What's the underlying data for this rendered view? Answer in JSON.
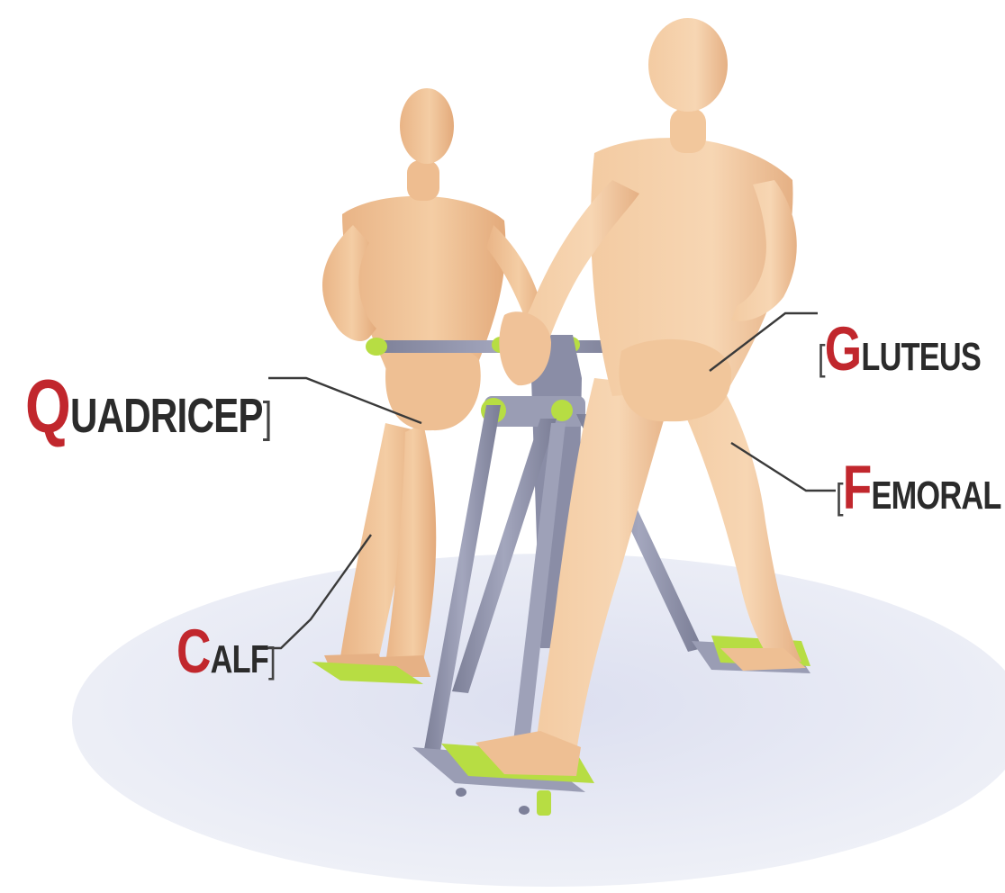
{
  "accent_color": "#c1272d",
  "text_color": "#2b2b2b",
  "equipment_color": "#8d90a8",
  "pad_color": "#b7dd43",
  "skin_color": "#efc195",
  "labels": {
    "quadricep": {
      "initial": "Q",
      "rest": "UADRICEP",
      "bracket": "]"
    },
    "gluteus": {
      "bracket": "[",
      "initial": "G",
      "rest": "LUTEUS"
    },
    "femoral": {
      "bracket": "[",
      "initial": "F",
      "rest": "EMORAL"
    },
    "calf": {
      "initial": "C",
      "rest": "ALF",
      "bracket": "]"
    }
  }
}
